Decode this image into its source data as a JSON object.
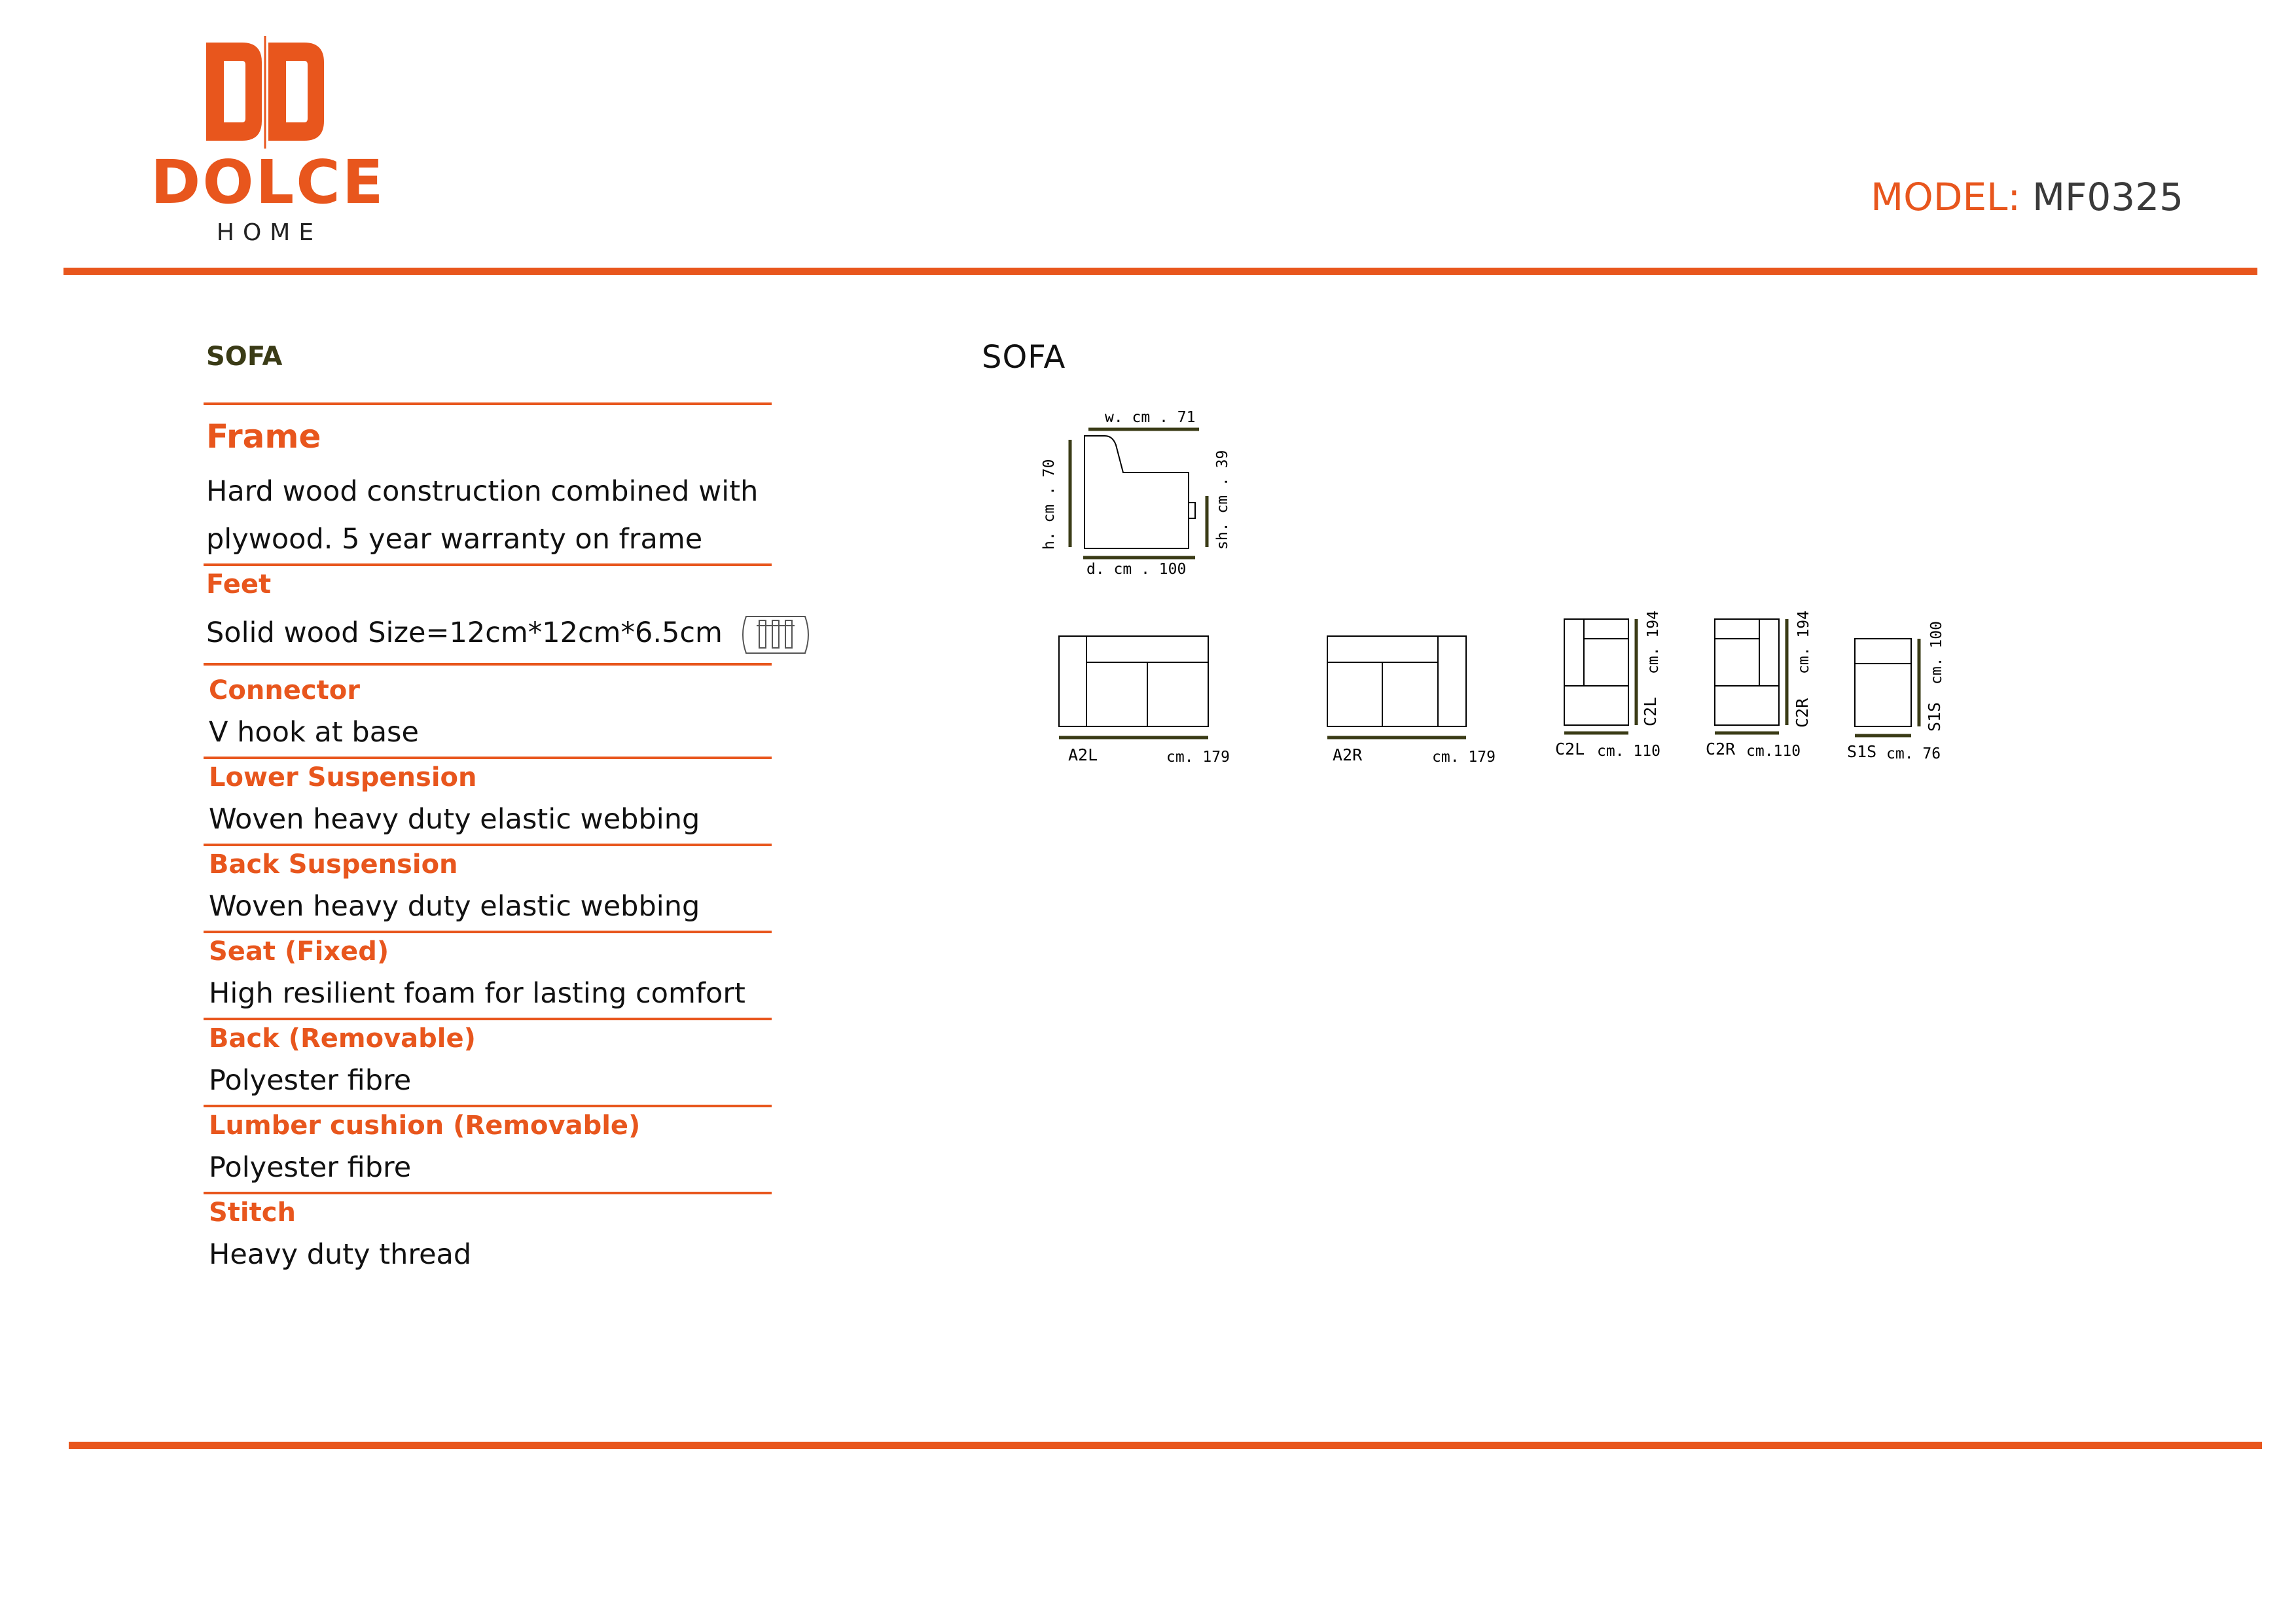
{
  "brand": {
    "name": "DOLCE",
    "sub": "HOME",
    "accent_color": "#e8561d"
  },
  "model": {
    "label": "MODEL:",
    "value": "MF0325"
  },
  "spec": {
    "category": "SOFA",
    "sections": [
      {
        "heading": "Frame",
        "lines": [
          "Hard wood construction combined with",
          "plywood. 5 year warranty on frame"
        ]
      },
      {
        "heading": "Feet",
        "lines": [
          "Solid wood Size=12cm*12cm*6.5cm"
        ]
      },
      {
        "heading": "Connector",
        "lines": [
          "V hook at base"
        ]
      },
      {
        "heading": "Lower Suspension",
        "lines": [
          "Woven heavy duty elastic webbing"
        ]
      },
      {
        "heading": "Back Suspension",
        "lines": [
          "Woven heavy duty elastic webbing"
        ]
      },
      {
        "heading": "Seat (Fixed)",
        "lines": [
          "High resilient foam for lasting comfort"
        ]
      },
      {
        "heading": "Back (Removable)",
        "lines": [
          "Polyester fibre"
        ]
      },
      {
        "heading": "Lumber cushion (Removable)",
        "lines": [
          "Polyester fibre"
        ]
      },
      {
        "heading": "Stitch",
        "lines": [
          "Heavy duty thread"
        ]
      }
    ]
  },
  "drawings": {
    "title": "SOFA",
    "side_view": {
      "width": "w. cm . 71",
      "height": "h. cm . 70",
      "depth": "d. cm .  100",
      "seat_height": "sh. cm . 39"
    },
    "modules": [
      {
        "code": "A2L",
        "dim": "cm. 179"
      },
      {
        "code": "A2R",
        "dim": "cm. 179"
      },
      {
        "code": "C2L",
        "dim": "cm. 110",
        "side_dim": "cm. 194"
      },
      {
        "code": "C2R",
        "dim": "cm.110",
        "side_dim": "cm. 194"
      },
      {
        "code": "S1S",
        "dim": "cm. 76",
        "side_dim": "cm. 100"
      }
    ]
  }
}
